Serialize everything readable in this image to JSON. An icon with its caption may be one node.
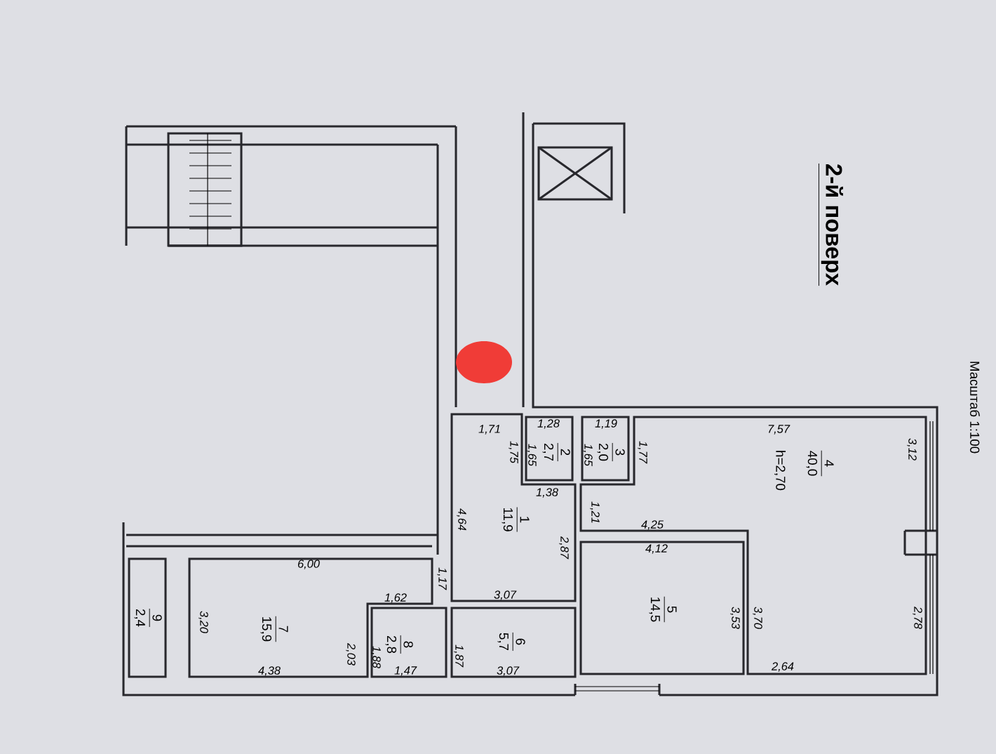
{
  "diagram": {
    "title": "2-й поверх",
    "nodes": [
      {
        "text": [
          "1",
          "11,9"
        ]
      },
      {
        "text": [
          "2",
          "2,7"
        ]
      },
      {
        "text": [
          "3",
          "2,0"
        ]
      },
      {
        "text": [
          "4",
          "40,0",
          "h=2,70"
        ]
      },
      {
        "text": [
          "5",
          "14,5"
        ]
      },
      {
        "text": [
          "6",
          "5,7"
        ]
      },
      {
        "text": [
          "7",
          "15,9"
        ]
      },
      {
        "text": [
          "8",
          "2,8"
        ]
      },
      {
        "text": [
          "9",
          "2,4"
        ]
      }
    ],
    "labels": [
      "Масштаб 1:100",
      "1,71",
      "1,28",
      "1,19",
      "1,75",
      "1,65",
      "1,65",
      "1,77",
      "7,57",
      "3,12",
      "1,38",
      "4,64",
      "1,21",
      "4,25",
      "4,12",
      "2,87",
      "3,53",
      "3,70",
      "2,78",
      "2,64",
      "6,00",
      "1,17",
      "1,62",
      "3,07",
      "3,20",
      "2,03",
      "1,88",
      "1,87",
      "4,38",
      "1,47",
      "3,07"
    ]
  }
}
